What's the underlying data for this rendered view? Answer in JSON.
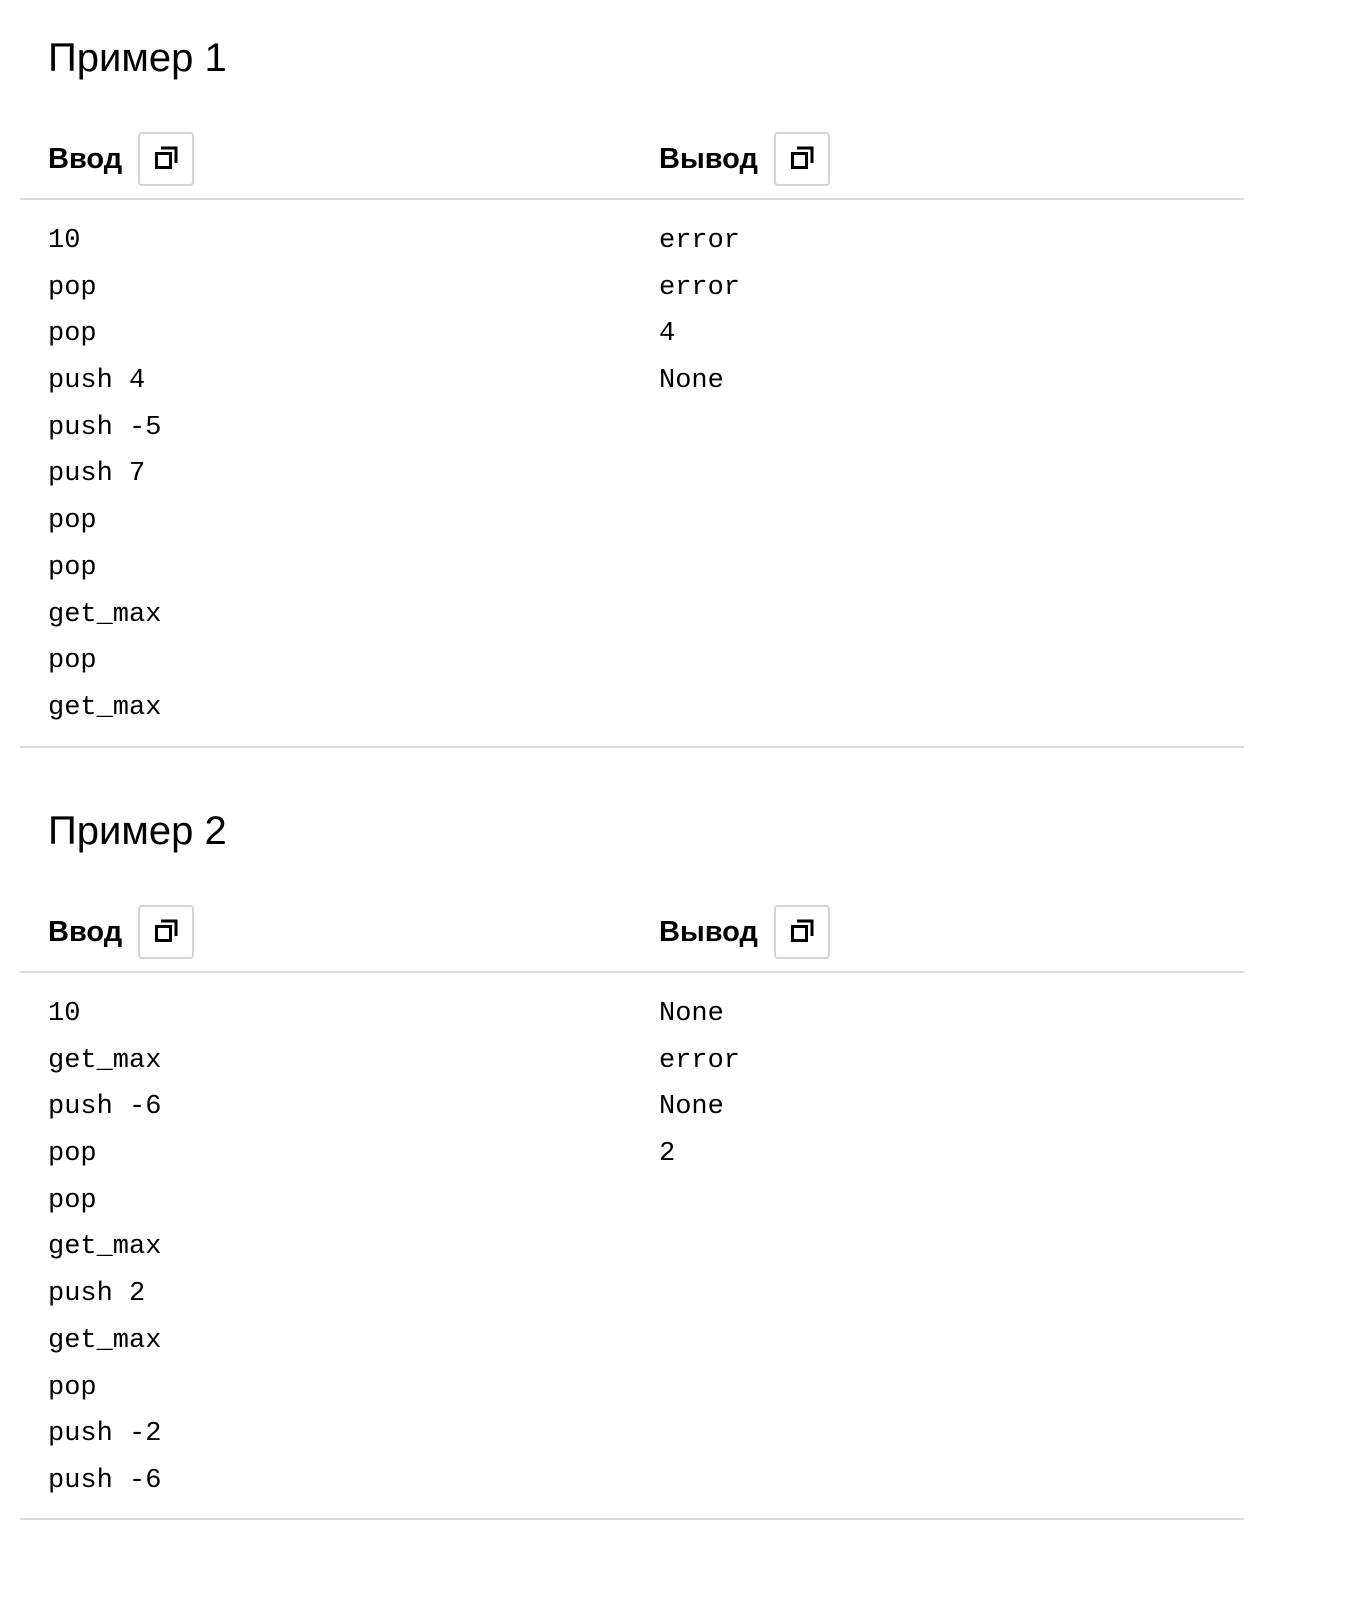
{
  "examples": [
    {
      "title": "Пример 1",
      "input_label": "Ввод",
      "output_label": "Вывод",
      "input_lines": [
        "10",
        "pop",
        "pop",
        "push 4",
        "push -5",
        "push 7",
        "pop",
        "pop",
        "get_max",
        "pop",
        "get_max"
      ],
      "output_lines": [
        "error",
        "error",
        "4",
        "None"
      ]
    },
    {
      "title": "Пример 2",
      "input_label": "Ввод",
      "output_label": "Вывод",
      "input_lines": [
        "10",
        "get_max",
        "push -6",
        "pop",
        "pop",
        "get_max",
        "push 2",
        "get_max",
        "pop",
        "push -2",
        "push -6"
      ],
      "output_lines": [
        "None",
        "error",
        "None",
        "2"
      ]
    }
  ],
  "icons": {
    "copy": "copy-icon"
  },
  "colors": {
    "divider": "#d9d9d9",
    "button_border": "#d4d4d4"
  }
}
